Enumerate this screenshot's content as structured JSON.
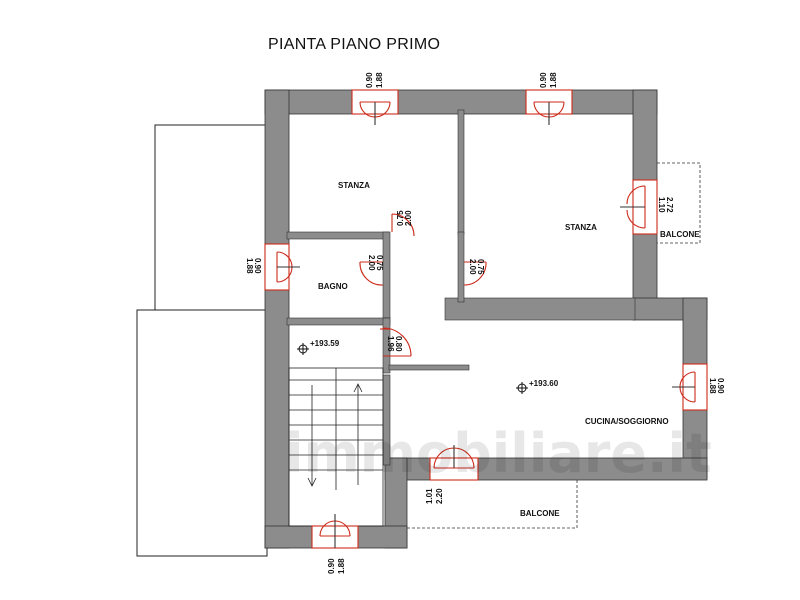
{
  "title": "PIANTA PIANO PRIMO",
  "rooms": {
    "stanza_left": "STANZA",
    "stanza_right": "STANZA",
    "bagno": "BAGNO",
    "cucina": "CUCINA/SOGGIORNO",
    "balcone_right": "BALCONE",
    "balcone_bottom": "BALCONE"
  },
  "elevations": {
    "left": "+193.59",
    "main": "+193.60"
  },
  "openings": {
    "top_left_w": "0.90",
    "top_left_h": "1.88",
    "top_right_w": "0.90",
    "top_right_h": "1.88",
    "left_wall_w": "0.90",
    "left_wall_h": "1.88",
    "balcony_door_w": "1.10",
    "balcony_door_h": "2.72",
    "door_stanza_w": "0.75",
    "door_stanza_h": "2.00",
    "door_bagno_w": "0.75",
    "door_bagno_h": "2.00",
    "door_right_w": "0.75",
    "door_right_h": "2.00",
    "door_stair_w": "0.80",
    "door_stair_h": "1.96",
    "right_wall_w": "0.90",
    "right_wall_h": "1.88",
    "bottom_door_w": "1.01",
    "bottom_door_h": "2.20",
    "bottom_window_w": "0.90",
    "bottom_window_h": "1.88"
  },
  "watermark": "immobiliare.it",
  "colors": {
    "wall": "#8c8c8c",
    "door": "#cc2a1a",
    "line": "#222222"
  }
}
